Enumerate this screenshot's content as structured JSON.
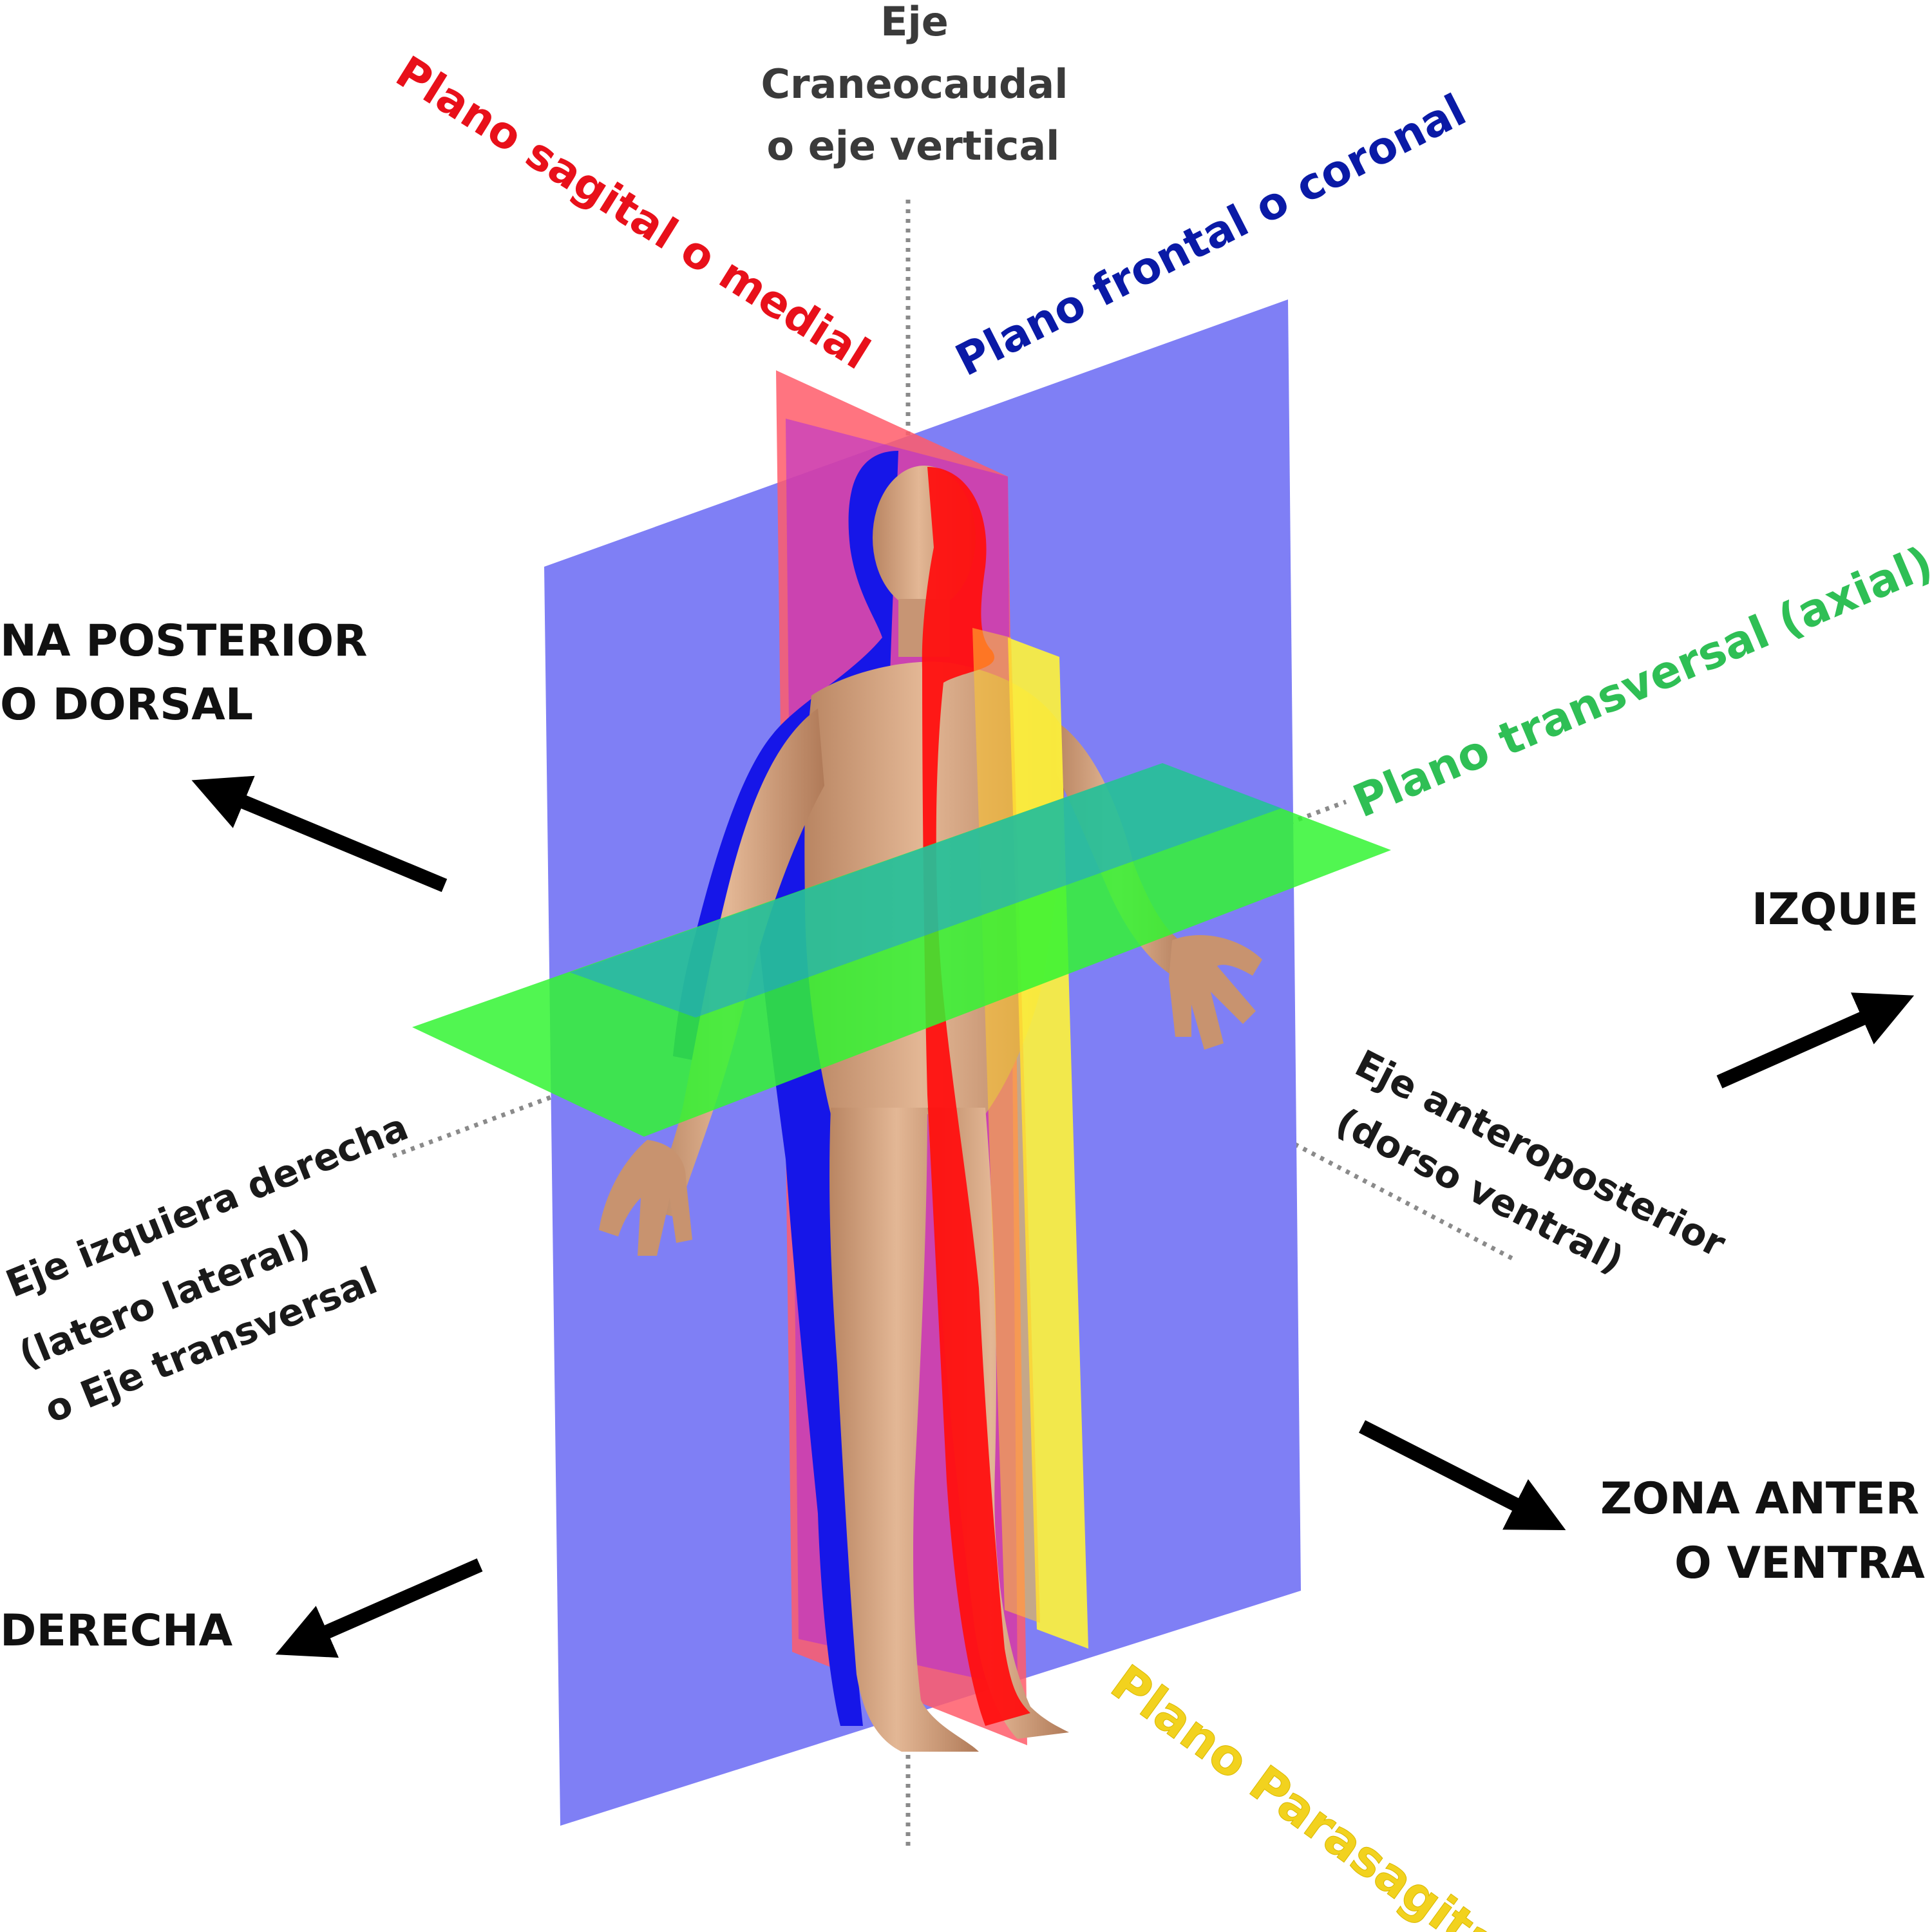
{
  "labels": {
    "vertical_axis": {
      "line1": "Eje",
      "line2": "Craneocaudal",
      "line3": "o eje vertical"
    },
    "sagittal_plane": "Plano sagital o medial",
    "frontal_plane": "Plano frontal o coronal",
    "transverse_plane": "Plano transversal (axial)",
    "parasagittal_plane": "Plano Parasagital",
    "lateral_axis": {
      "line1": "Eje izquiera derecha",
      "line2": "(latero lateral)",
      "line3": "o Eje transversal"
    },
    "ap_axis": {
      "line1": "Eje anteroposterior",
      "line2": "(dorso ventral)"
    }
  },
  "directions": {
    "posterior": {
      "line1": "NA POSTERIOR",
      "line2": "O DORSAL"
    },
    "left": "IZQUIE",
    "anterior": {
      "line1": "ZONA ANTER",
      "line2": "O VENTRA"
    },
    "right": "DERECHA"
  },
  "colors": {
    "sagittal": "#e8101a",
    "frontal": "#0a1aa6",
    "transverse": "#2fbf55",
    "parasagittal": "#f2d21e",
    "frontal_plane_fill": "#7f7ff5",
    "transverse_plane_fill": "#33f533",
    "skin": "#d4a27c"
  }
}
